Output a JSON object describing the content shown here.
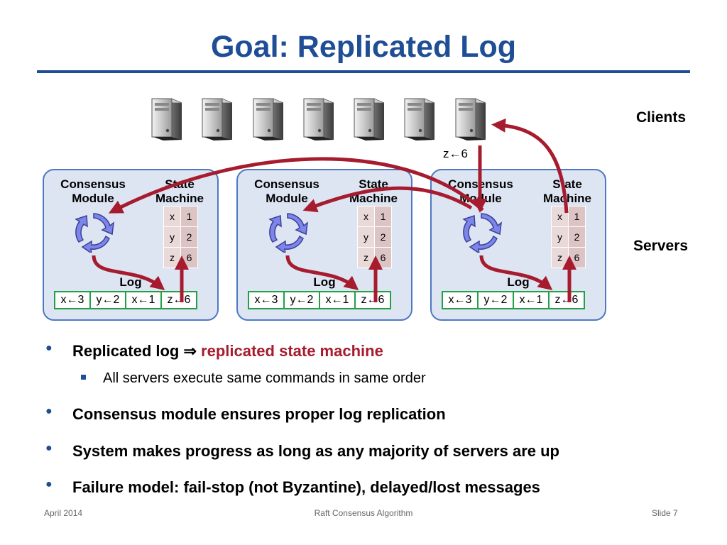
{
  "title": "Goal: Replicated Log",
  "labels": {
    "clients": "Clients",
    "servers": "Servers",
    "command": "z←6"
  },
  "server_labels": {
    "consensus": "Consensus Module",
    "state_machine": "State Machine",
    "log": "Log"
  },
  "servers": [
    {
      "state": [
        [
          "x",
          "1"
        ],
        [
          "y",
          "2"
        ],
        [
          "z",
          "6"
        ]
      ],
      "log": [
        "x←3",
        "y←2",
        "x←1",
        "z←6"
      ]
    },
    {
      "state": [
        [
          "x",
          "1"
        ],
        [
          "y",
          "2"
        ],
        [
          "z",
          "6"
        ]
      ],
      "log": [
        "x←3",
        "y←2",
        "x←1",
        "z←6"
      ]
    },
    {
      "state": [
        [
          "x",
          "1"
        ],
        [
          "y",
          "2"
        ],
        [
          "z",
          "6"
        ]
      ],
      "log": [
        "x←3",
        "y←2",
        "x←1",
        "z←6"
      ]
    }
  ],
  "bullets": {
    "b1_part1": "Replicated log ",
    "b1_arrow": "⇒",
    "b1_part2": " replicated state machine",
    "b1_sub": "All servers execute same commands in same order",
    "b2": "Consensus module ensures proper log replication",
    "b3": "System makes progress as long as any majority of servers are up",
    "b4": "Failure model: fail-stop (not Byzantine), delayed/lost messages"
  },
  "footer": {
    "date": "April 2014",
    "center": "Raft Consensus Algorithm",
    "slide": "Slide 7"
  },
  "colors": {
    "title": "#1f4e96",
    "server_fill": "#dde5f3",
    "server_border": "#4f78c2",
    "arrow": "#a61c2e",
    "log_border": "#22a046",
    "accent_text": "#a61c2e"
  },
  "icons": {
    "client": "computer-tower-icon",
    "consensus": "cycle-arrows-icon"
  }
}
